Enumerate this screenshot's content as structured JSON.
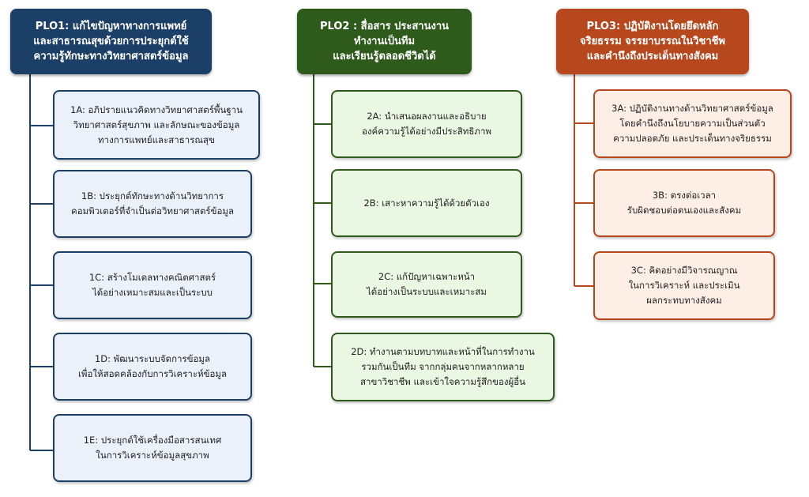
{
  "colors": {
    "plo1_dark": "#1b3f66",
    "plo1_light": "#eaf1fb",
    "plo2_dark": "#2e5a1c",
    "plo2_light": "#eaf7e2",
    "plo3_dark": "#b7471d",
    "plo3_light": "#fdeee6"
  },
  "plo1": {
    "title": "PLO1: แก้ไขปัญหาทางการแพทย์\nและสาธารณสุขด้วยการประยุกต์ใช้\nความรู้ทักษะทางวิทยาศาสตร์ข้อมูล",
    "items": [
      "1A: อภิปรายแนวคิดทางวิทยาศาสตร์พื้นฐาน\nวิทยาศาสตร์สุขภาพ และลักษณะของข้อมูล\nทางการแพทย์และสาธารณสุข",
      "1B: ประยุกต์ทักษะทางด้านวิทยาการ\nคอมพิวเตอร์ที่จำเป็นต่อวิทยาศาสตร์ข้อมูล",
      "1C: สร้างโมเดลทางคณิตศาสตร์\nได้อย่างเหมาะสมและเป็นระบบ",
      "1D: พัฒนาระบบจัดการข้อมูล\nเพื่อให้สอดคล้องกับการวิเคราะห์ข้อมูล",
      "1E: ประยุกต์ใช้เครื่องมือสารสนเทศ\nในการวิเคราะห์ข้อมูลสุขภาพ"
    ]
  },
  "plo2": {
    "title": "PLO2 : สื่อสาร ประสานงาน\nทำงานเป็นทีม\nและเรียนรู้ตลอดชีวิตได้",
    "items": [
      "2A: นำเสนอผลงานและอธิบาย\nองค์ความรู้ได้อย่างมีประสิทธิภาพ",
      "2B: เสาะหาความรู้ได้ด้วยตัวเอง",
      "2C: แก้ปัญหาเฉพาะหน้า\nได้อย่างเป็นระบบและเหมาะสม",
      "2D: ทำงานตามบทบาทและหน้าที่ในการทำงาน\nรวมกันเป็นทีม จากกลุ่มคนจากหลากหลาย\nสาขาวิชาชีพ และเข้าใจความรู้สึกของผู้อื่น"
    ]
  },
  "plo3": {
    "title": "PLO3: ปฏิบัติงานโดยยึดหลัก\nจริยธรรม จรรยาบรรณในวิชาชีพ\nและคำนึงถึงประเด็นทางสังคม",
    "items": [
      "3A: ปฏิบัติงานทางด้านวิทยาศาสตร์ข้อมูล\nโดยคำนึงถึงนโยบายความเป็นส่วนตัว\nความปลอดภัย และประเด็นทางจริยธรรม",
      "3B: ตรงต่อเวลา\nรับผิดชอบต่อตนเองและสังคม",
      "3C: คิดอย่างมีวิจารณญาณ\nในการวิเคราะห์ และประเมิน\nผลกระทบทางสังคม"
    ]
  }
}
